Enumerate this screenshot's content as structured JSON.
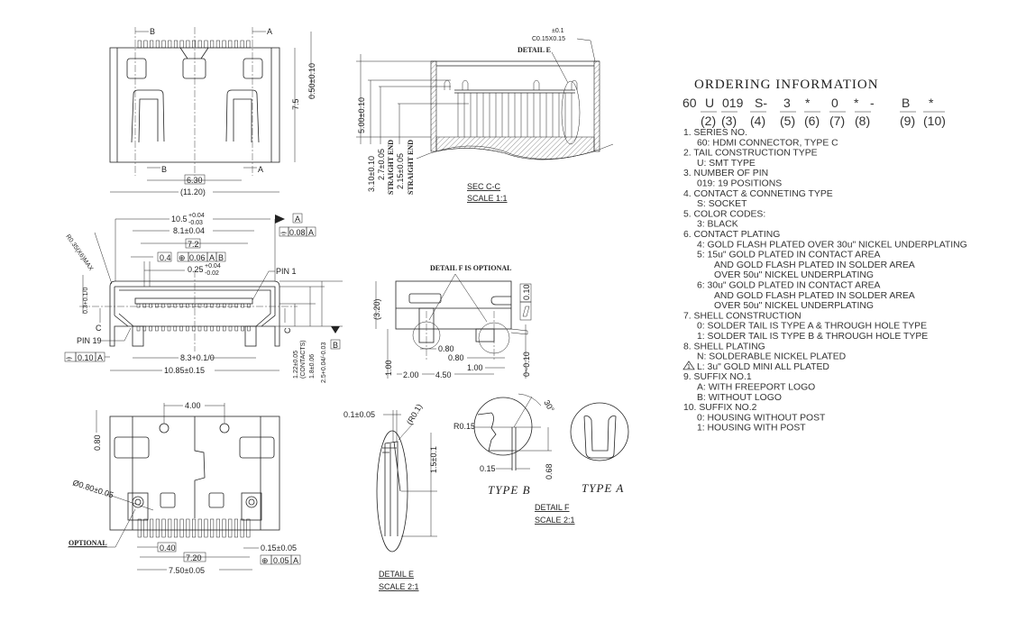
{
  "top_view": {
    "label_b_top": "B",
    "label_a_top": "A",
    "label_b_bottom": "B",
    "label_a_bottom": "A",
    "dim_630": "6.30",
    "dim_1120": "(11.20)",
    "dim_75": "7.5",
    "dim_050": "0.50±0.10"
  },
  "section_cc": {
    "tol": "±0.1",
    "chamfer": "C0.15X0.15",
    "detail_e": "DETAIL E",
    "dim_500": "5.00±0.10",
    "dim_310": "3.10±0.10",
    "dim_27": "2.7±0.05",
    "straight_end_1": "STRAIGHT END",
    "dim_215": "2.15±0.05",
    "straight_end_2": "STRAIGHT END",
    "title": "SEC C-C",
    "scale": "SCALE 1:1"
  },
  "front_view": {
    "dim_105": "10.5",
    "dim_105_plus": "+0.04",
    "dim_105_minus": "-0.03",
    "datum_a": "A",
    "sym_08": "⌯",
    "val_08": "0.08",
    "ref_08": "A",
    "dim_81": "8.1±0.04",
    "dim_72": "7.2",
    "dim_04": "0.4",
    "pos_sym": "⊕",
    "pos_val": "0.06",
    "pos_a": "A",
    "pos_b": "B",
    "dim_025": "0.25",
    "dim_025_plus": "+0.04",
    "dim_025_minus": "-0.02",
    "pin1": "PIN 1",
    "pin19": "PIN 19",
    "radius": "R0.35(X6)MAX",
    "dim_03": "0.3+0.1/0",
    "section_c_left": "C",
    "section_c_right": "C",
    "sym_010": "⌯",
    "val_010": "0.10",
    "ref_010": "A",
    "dim_83": "8.3+0.1/0",
    "dim_1085": "10.85±0.15",
    "dim_122": "1.22±0.05",
    "contacts": "(CONTACTS)",
    "dim_18": "1.8±0.06",
    "dim_25": "2.5+0.04/-0.03",
    "datum_b": "B"
  },
  "side_view": {
    "note": "DETAIL F IS OPTIONAL",
    "dim_320": "(3.20)",
    "flat_val": "0.10",
    "dim_080a": "0.80",
    "dim_080b": "0.80",
    "dim_100a": "1.00",
    "dim_100v": "1.00",
    "dim_200": "2.00",
    "dim_450": "4.50",
    "dim_0010": "0~0.10"
  },
  "bottom_view": {
    "dim_400": "4.00",
    "dim_080": "0.80",
    "hole": "Ø0.80±0.05",
    "optional": "OPTIONAL",
    "dim_040": "0.40",
    "dim_720": "7.20",
    "dim_750": "7.50±0.05",
    "dim_015": "0.15±0.05",
    "pos_sym": "⊕",
    "pos_val": "0.05",
    "pos_ref": "A"
  },
  "detail_e": {
    "dim_01": "0.1±0.05",
    "radius": "(R0.1)",
    "dim_15": "1.5±0.1",
    "title": "DETAIL E",
    "scale": "SCALE 2:1"
  },
  "detail_f": {
    "radius": "R0.15",
    "angle": "30°",
    "dim_015": "0.15",
    "dim_068": "0.68",
    "type_b": "TYPE B",
    "type_a": "TYPE A",
    "title": "DETAIL F",
    "scale": "SCALE 2:1"
  },
  "ordering": {
    "title": "ORDERING INFORMATION",
    "code": [
      "60",
      "U",
      "019",
      "S-",
      "3",
      "*",
      "0",
      "*",
      "-",
      "B",
      "*"
    ],
    "positions": [
      "(2)",
      "(3)",
      "(4)",
      "(5)",
      "(6)",
      "(7)",
      "(8)",
      "(9)",
      "(10)"
    ],
    "lines": [
      {
        "indent": 0,
        "text": "1. SERIES NO."
      },
      {
        "indent": 1,
        "text": "60: HDMI CONNECTOR, TYPE C"
      },
      {
        "indent": 0,
        "text": "2. TAIL CONSTRUCTION TYPE"
      },
      {
        "indent": 1,
        "text": "U: SMT TYPE"
      },
      {
        "indent": 0,
        "text": "3. NUMBER OF PIN"
      },
      {
        "indent": 1,
        "text": "019: 19 POSITIONS"
      },
      {
        "indent": 0,
        "text": "4. CONTACT & CONNETING TYPE"
      },
      {
        "indent": 1,
        "text": "S: SOCKET"
      },
      {
        "indent": 0,
        "text": "5. COLOR CODES:"
      },
      {
        "indent": 1,
        "text": "3: BLACK"
      },
      {
        "indent": 0,
        "text": "6. CONTACT PLATING"
      },
      {
        "indent": 1,
        "text": "4: GOLD FLASH PLATED OVER 30u\" NICKEL UNDERPLATING"
      },
      {
        "indent": 1,
        "text": "5: 15u\" GOLD PLATED IN CONTACT AREA"
      },
      {
        "indent": 2,
        "text": "AND GOLD FLASH PLATED IN SOLDER AREA"
      },
      {
        "indent": 2,
        "text": "OVER 50u\" NICKEL UNDERPLATING"
      },
      {
        "indent": 1,
        "text": "6: 30u\" GOLD PLATED IN CONTACT AREA"
      },
      {
        "indent": 2,
        "text": "AND GOLD FLASH PLATED IN SOLDER AREA"
      },
      {
        "indent": 2,
        "text": "OVER 50u\" NICKEL UNDERPLATING"
      },
      {
        "indent": 0,
        "text": "7. SHELL CONSTRUCTION"
      },
      {
        "indent": 1,
        "text": "0: SOLDER TAIL IS TYPE A & THROUGH HOLE TYPE"
      },
      {
        "indent": 1,
        "text": "1: SOLDER TAIL IS TYPE B & THROUGH HOLE TYPE"
      },
      {
        "indent": 0,
        "text": "8. SHELL PLATING"
      },
      {
        "indent": 1,
        "text": "N: SOLDERABLE NICKEL PLATED"
      },
      {
        "indent": 1,
        "text": "L: 3u\" GOLD MINI ALL PLATED",
        "revision": "1"
      },
      {
        "indent": 0,
        "text": "9. SUFFIX NO.1"
      },
      {
        "indent": 1,
        "text": "A: WITH FREEPORT LOGO"
      },
      {
        "indent": 1,
        "text": "B: WITHOUT LOGO"
      },
      {
        "indent": 0,
        "text": "10. SUFFIX NO.2"
      },
      {
        "indent": 1,
        "text": "0: HOUSING WITHOUT POST"
      },
      {
        "indent": 1,
        "text": "1: HOUSING WITH POST"
      }
    ]
  }
}
